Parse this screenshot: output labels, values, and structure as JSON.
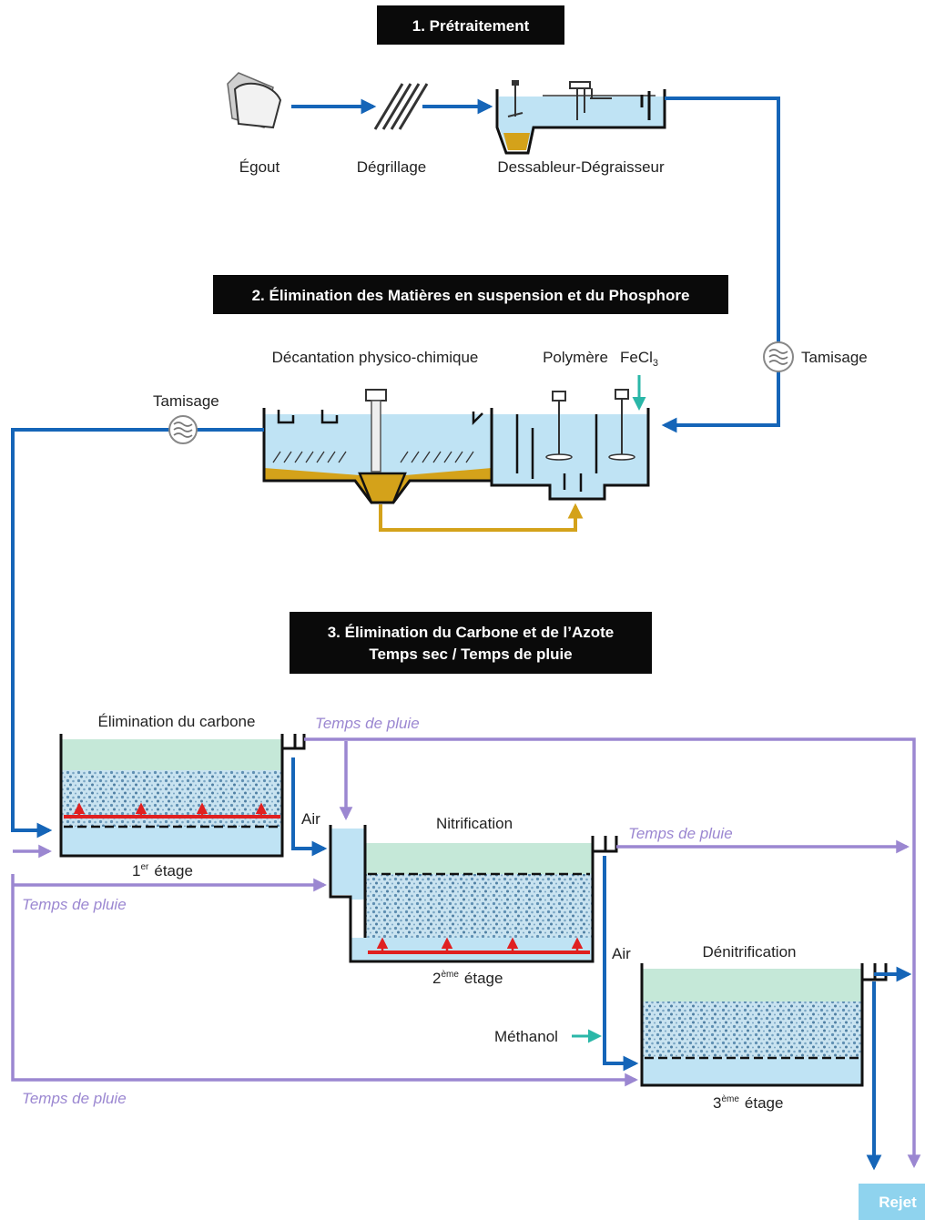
{
  "colors": {
    "water": "#bfe3f4",
    "treated": "#c5e8d8",
    "sludge": "#d4a21a",
    "blue": "#1565b8",
    "purple": "#9b87d1",
    "red": "#e02020",
    "teal": "#2bb7a8",
    "media": "#7aa6c4",
    "black": "#111111"
  },
  "sections": {
    "s1": "1. Prétraitement",
    "s2": "2. Élimination des Matières en suspension et du Phosphore",
    "s3_line1": "3. Élimination du Carbone et de l’Azote",
    "s3_line2": "Temps sec / Temps de pluie"
  },
  "labels": {
    "egout": "Égout",
    "degrillage": "Dégrillage",
    "dessableur": "Dessableur-Dégraisseur",
    "decantation": "Décantation physico-chimique",
    "polymere": "Polymère",
    "fecl": "FeCl",
    "fecl_sub": "3",
    "tamisage_right": "Tamisage",
    "tamisage_left": "Tamisage",
    "elim_carbone": "Élimination du carbone",
    "nitrification": "Nitrification",
    "denitrification": "Dénitrification",
    "air1": "Air",
    "air2": "Air",
    "methanol": "Méthanol",
    "etage1_num": "1",
    "etage1_sup": "er",
    "etage2_num": "2",
    "etage2_sup": "ème",
    "etage3_num": "3",
    "etage3_sup": "ème",
    "etage_word": "étage",
    "rain_top": "Temps de pluie",
    "rain_mid": "Temps de pluie",
    "rain_left1": "Temps de pluie",
    "rain_left2": "Temps de pluie",
    "rejet": "Rejet"
  }
}
